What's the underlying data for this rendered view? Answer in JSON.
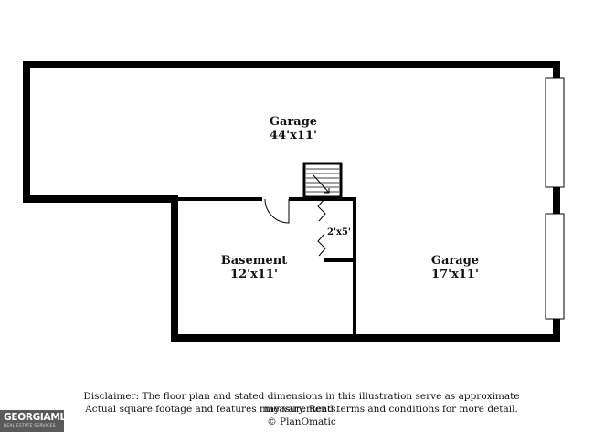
{
  "rooms": {
    "garage_upper": {
      "name": "Garage",
      "dims": "44'x11'"
    },
    "basement": {
      "name": "Basement",
      "dims": "12'x11'"
    },
    "garage_lower": {
      "name": "Garage",
      "dims": "17'x11'"
    },
    "closet": {
      "dims": "2'x5'"
    }
  },
  "disclaimer": {
    "line1": "Disclaimer: The floor plan and stated dimensions in this illustration serve as approximate measurements.",
    "line2": "Actual square footage and features may vary. Read terms and conditions for more detail. © PlanOmatic"
  },
  "logo": {
    "brand": "GEORGIAMLS",
    "tagline": "REAL ESTATE SERVICES"
  }
}
